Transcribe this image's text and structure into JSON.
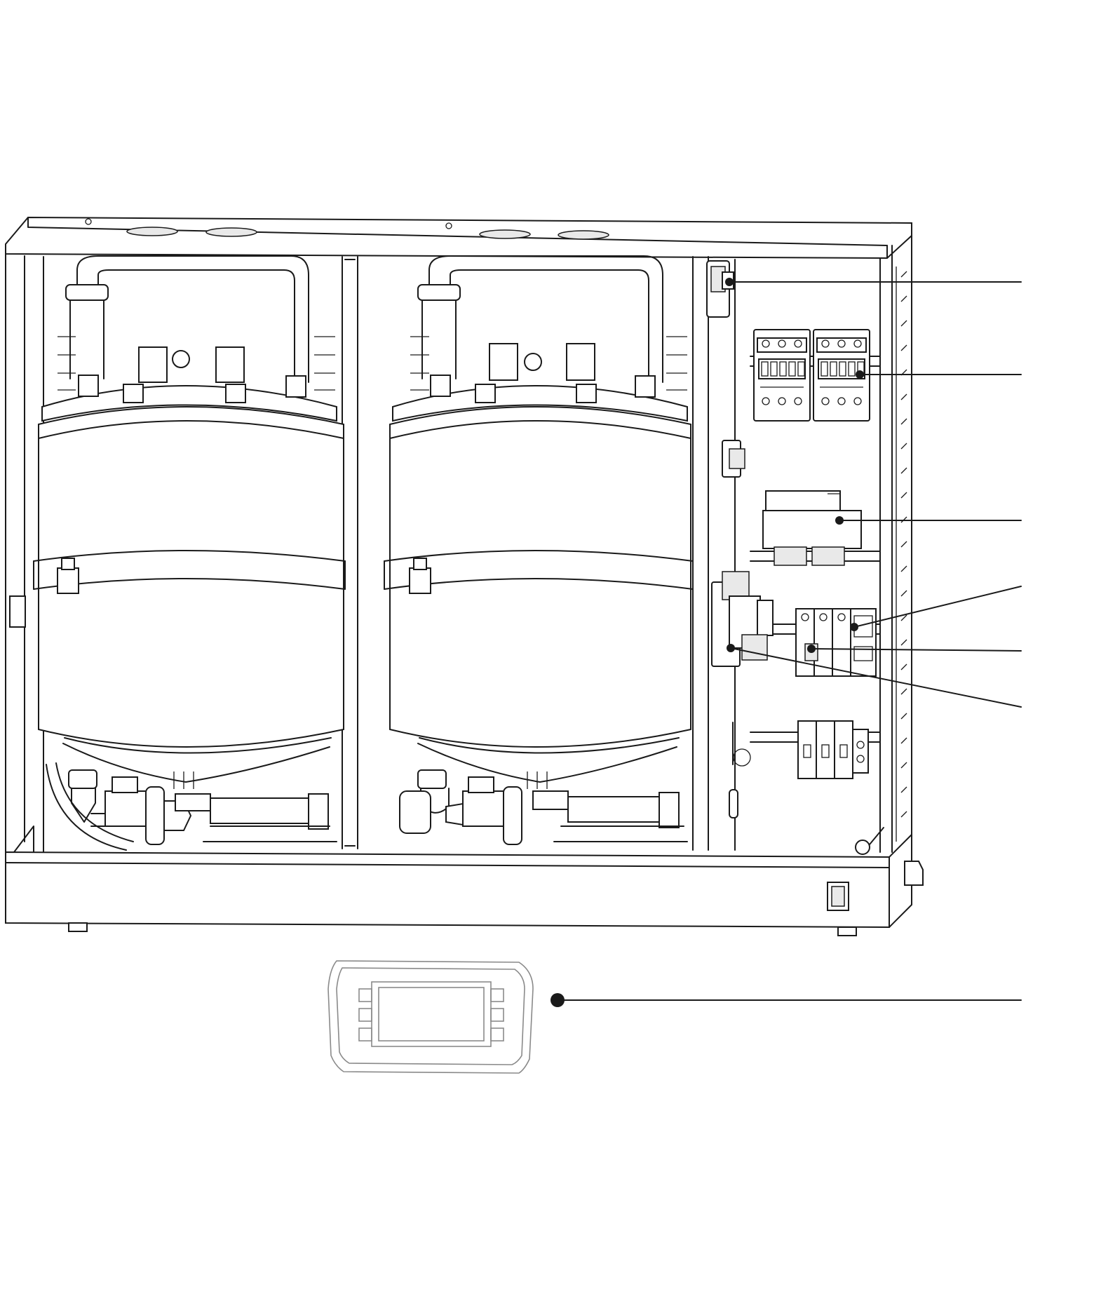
{
  "diagram": {
    "type": "technical-illustration",
    "callout_count": 7,
    "callouts": [
      {
        "id": "c1",
        "target": "upper-relay-module"
      },
      {
        "id": "c2",
        "target": "contactors"
      },
      {
        "id": "c3",
        "target": "transformer"
      },
      {
        "id": "c4",
        "target": "fuse-holder-top"
      },
      {
        "id": "c5",
        "target": "fuse-holder-bottom"
      },
      {
        "id": "c6",
        "target": "control-board"
      },
      {
        "id": "c7",
        "target": "display-terminal"
      }
    ],
    "colors": {
      "line": "#1a1a1a",
      "display_outline": "#8a8a8a",
      "background": "#ffffff"
    }
  }
}
